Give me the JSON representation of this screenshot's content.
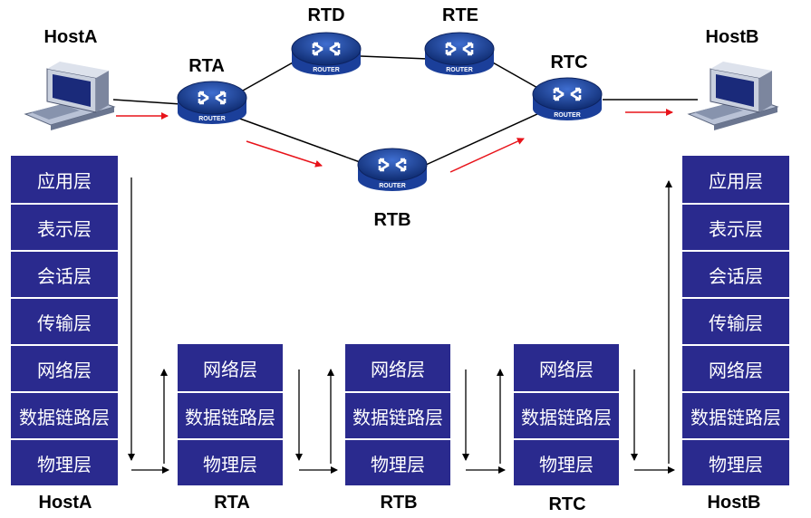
{
  "colors": {
    "layer_fill": "#2a2a8e",
    "layer_text": "#ffffff",
    "flow_arrow": "#e8131a",
    "router_body": "#1b3f9a",
    "host_screen": "#1a2a7a"
  },
  "topology": {
    "host_a_label": "HostA",
    "host_b_label": "HostB",
    "routers": {
      "rta": "RTA",
      "rtb": "RTB",
      "rtc": "RTC",
      "rtd": "RTD",
      "rte": "RTE"
    },
    "router_icon_text": "ROUTER"
  },
  "stacks": {
    "host_a": {
      "label": "HostA",
      "layers": [
        "应用层",
        "表示层",
        "会话层",
        "传输层",
        "网络层",
        "数据链路层",
        "物理层"
      ]
    },
    "rta": {
      "label": "RTA",
      "layers": [
        "网络层",
        "数据链路层",
        "物理层"
      ]
    },
    "rtb": {
      "label": "RTB",
      "layers": [
        "网络层",
        "数据链路层",
        "物理层"
      ]
    },
    "rtc": {
      "label": "RTC",
      "layers": [
        "网络层",
        "数据链路层",
        "物理层"
      ]
    },
    "host_b": {
      "label": "HostB",
      "layers": [
        "应用层",
        "表示层",
        "会话层",
        "传输层",
        "网络层",
        "数据链路层",
        "物理层"
      ]
    }
  }
}
